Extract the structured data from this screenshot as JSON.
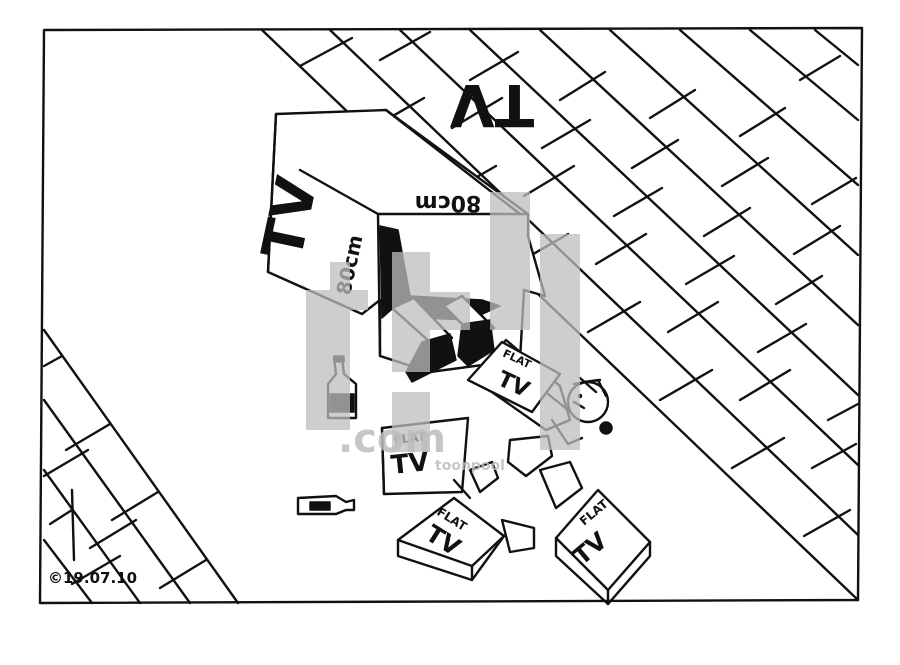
{
  "comic": {
    "copyright_date": "©19.07.10",
    "big_box_label_top": "TV",
    "big_box_size_top": "80cm",
    "big_box_label_side": "TV",
    "big_box_size_side": "80cm",
    "small_box_line1": "FLAT",
    "small_box_line2": "TV",
    "watermark_text": "toonpool",
    "watermark_domain": ".com"
  }
}
